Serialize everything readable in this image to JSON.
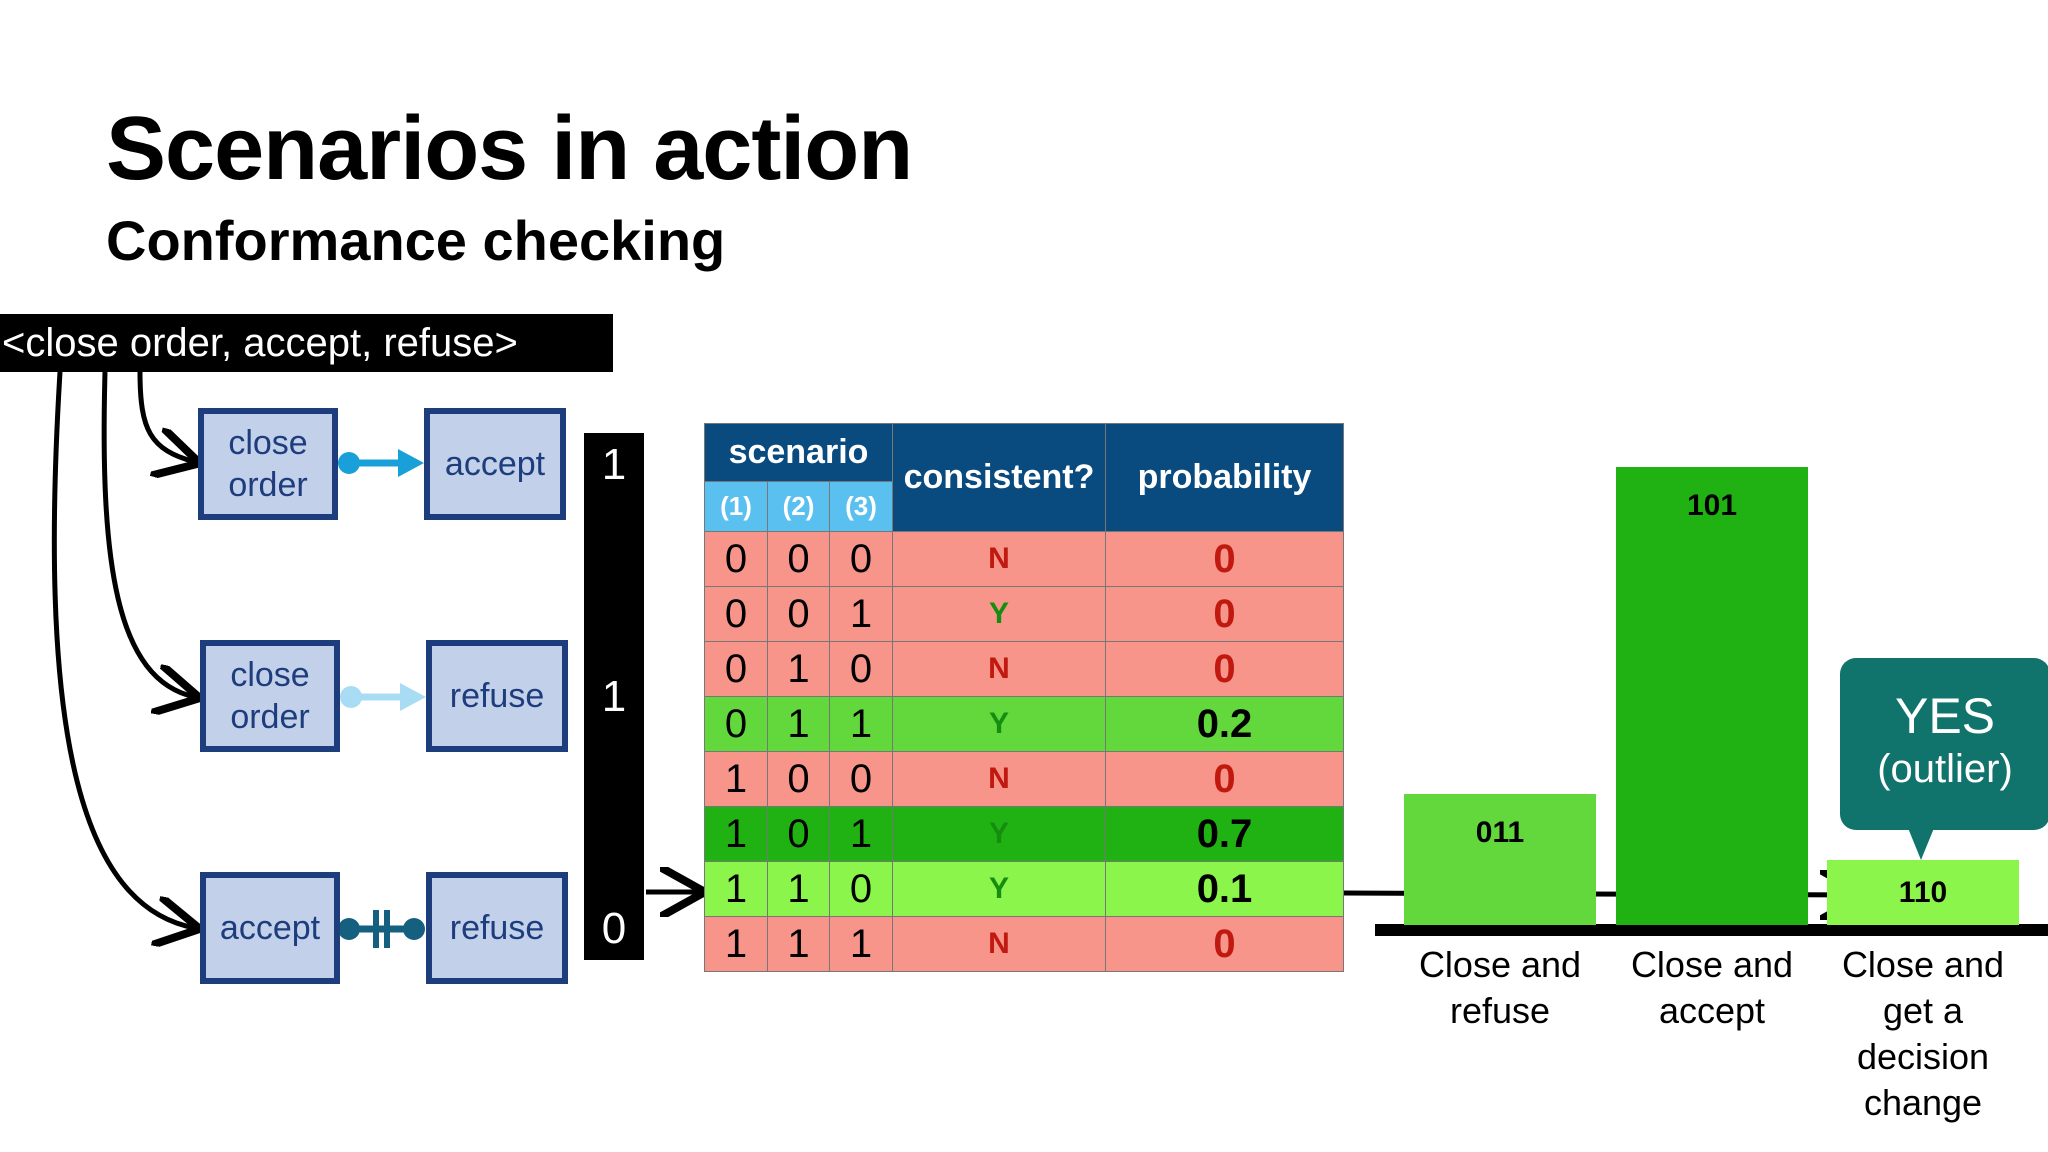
{
  "slide": {
    "title": "Scenarios in action",
    "subtitle": "Conformance checking"
  },
  "trace": {
    "label": "<close order, accept, refuse>"
  },
  "constraints": [
    {
      "source": "close order",
      "target": "accept",
      "bit": "1",
      "connector": "response",
      "color": "#1aa0d8"
    },
    {
      "source": "close order",
      "target": "refuse",
      "bit": "1",
      "connector": "response-faded",
      "color": "#a8dcf4"
    },
    {
      "source": "accept",
      "target": "refuse",
      "bit": "0",
      "connector": "not-coexistence",
      "color": "#15607f"
    }
  ],
  "table": {
    "scenario_header": "scenario",
    "scenario_cols": [
      "(1)",
      "(2)",
      "(3)"
    ],
    "consistent_header": "consistent?",
    "probability_header": "probability",
    "rows": [
      {
        "bits": [
          "0",
          "0",
          "0"
        ],
        "consistent": "N",
        "probability": "0",
        "bg": "#f8958a"
      },
      {
        "bits": [
          "0",
          "0",
          "1"
        ],
        "consistent": "Y",
        "probability": "0",
        "bg": "#f8958a"
      },
      {
        "bits": [
          "0",
          "1",
          "0"
        ],
        "consistent": "N",
        "probability": "0",
        "bg": "#f8958a"
      },
      {
        "bits": [
          "0",
          "1",
          "1"
        ],
        "consistent": "Y",
        "probability": "0.2",
        "bg": "#62d83c"
      },
      {
        "bits": [
          "1",
          "0",
          "0"
        ],
        "consistent": "N",
        "probability": "0",
        "bg": "#f8958a"
      },
      {
        "bits": [
          "1",
          "0",
          "1"
        ],
        "consistent": "Y",
        "probability": "0.7",
        "bg": "#20b213"
      },
      {
        "bits": [
          "1",
          "1",
          "0"
        ],
        "consistent": "Y",
        "probability": "0.1",
        "bg": "#8bf54c"
      },
      {
        "bits": [
          "1",
          "1",
          "1"
        ],
        "consistent": "N",
        "probability": "0",
        "bg": "#f8958a"
      }
    ],
    "colors": {
      "no": "#c0190f",
      "yes": "#158d10",
      "zero": "#c0190f",
      "positive": "#000000"
    }
  },
  "chart_data": {
    "type": "bar",
    "categories": [
      "Close and refuse",
      "Close and accept",
      "Close and get a decision change"
    ],
    "series": [
      {
        "values": [
          0.2,
          0.7,
          0.1
        ]
      }
    ],
    "bar_labels": [
      "011",
      "101",
      "110"
    ],
    "bar_colors": [
      "#62d83c",
      "#20b213",
      "#8bf54c"
    ],
    "ylim": [
      0,
      0.7
    ],
    "grid": false
  },
  "callout": {
    "line1": "YES",
    "line2": "(outlier)",
    "color": "#10736c"
  }
}
